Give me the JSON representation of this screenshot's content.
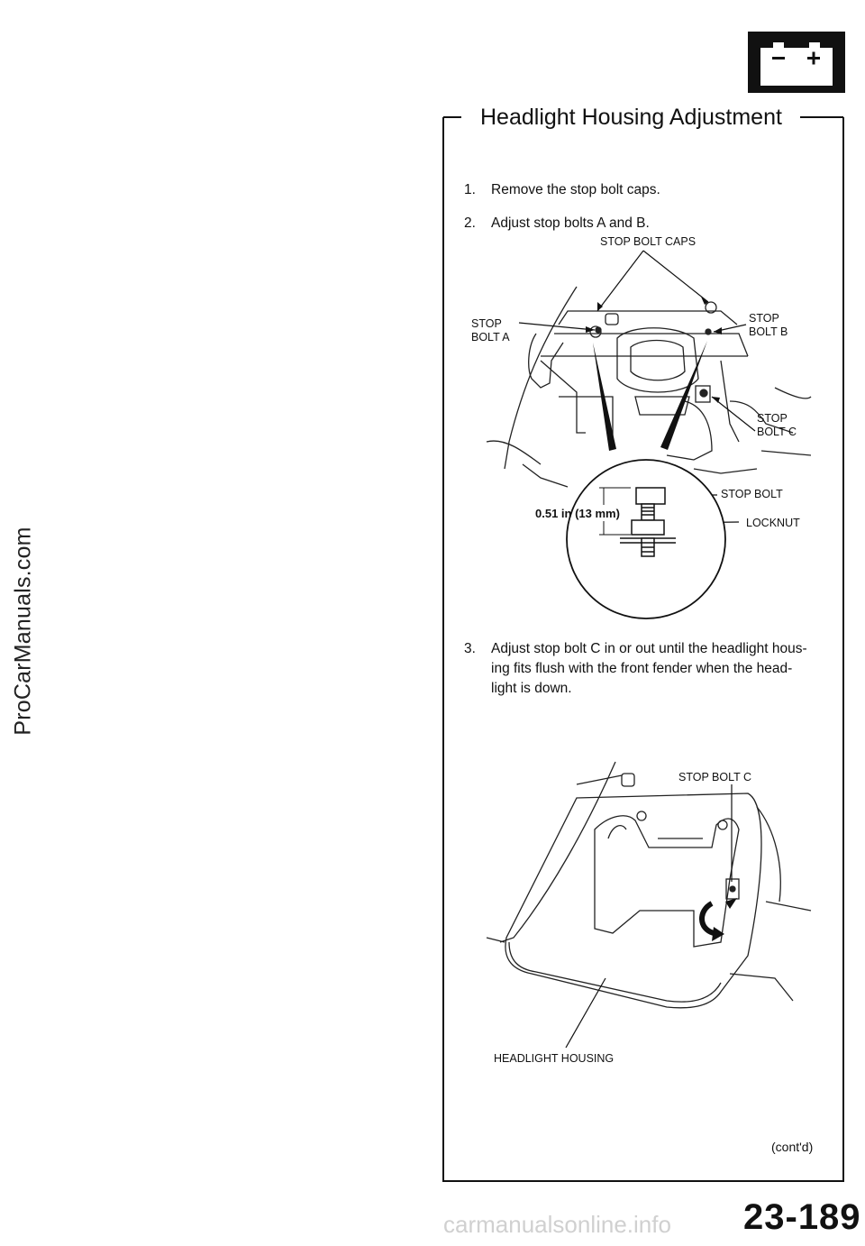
{
  "watermark_side": "ProCarManuals.com",
  "watermark_footer": "carmanualsonline.info",
  "battery_icon": {
    "name": "battery-icon",
    "minus": "−",
    "plus": "+"
  },
  "section": {
    "title": "Headlight Housing Adjustment",
    "steps": [
      {
        "num": "1.",
        "text": "Remove the stop bolt caps."
      },
      {
        "num": "2.",
        "text": "Adjust stop bolts A and B."
      },
      {
        "num": "3.",
        "lines": [
          "Adjust stop bolt C in or out until the headlight hous-",
          "ing fits flush with the front fender when the head-",
          "light is down."
        ]
      }
    ]
  },
  "figure1": {
    "labels": {
      "caps": "STOP BOLT CAPS",
      "bolt_a_1": "STOP",
      "bolt_a_2": "BOLT A",
      "bolt_b_1": "STOP",
      "bolt_b_2": "BOLT B",
      "bolt_c_1": "STOP",
      "bolt_c_2": "BOLT C",
      "stop_bolt": "STOP BOLT",
      "locknut": "LOCKNUT",
      "dimension": "0.51 in (13 mm)"
    }
  },
  "figure2": {
    "labels": {
      "bolt_c": "STOP BOLT C",
      "housing": "HEADLIGHT HOUSING"
    }
  },
  "contd": "(cont'd)",
  "page_number": "23-189"
}
